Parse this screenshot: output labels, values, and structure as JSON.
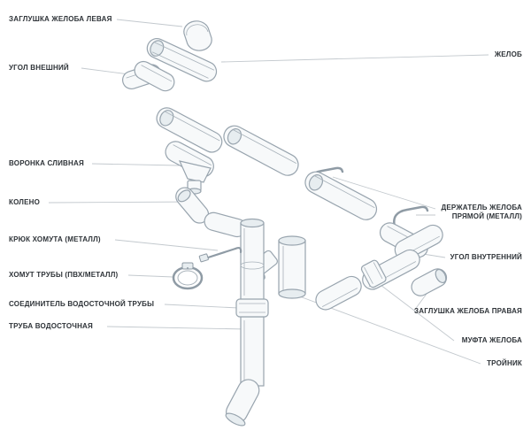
{
  "diagram": {
    "colors": {
      "outline": "#98a4ae",
      "fill": "#f7f9fa",
      "leader": "#c3c9ce",
      "text": "#2e3338",
      "background": "#ffffff"
    },
    "labels": {
      "left": [
        {
          "id": "gutter-cap-left",
          "text": "ЗАГЛУШКА ЖЕЛОБА ЛЕВАЯ"
        },
        {
          "id": "outer-corner",
          "text": "УГОЛ ВНЕШНИЙ"
        },
        {
          "id": "drain-funnel",
          "text": "ВОРОНКА СЛИВНАЯ"
        },
        {
          "id": "elbow",
          "text": "КОЛЕНО"
        },
        {
          "id": "clamp-hook",
          "text": "КРЮК ХОМУТА (металл)"
        },
        {
          "id": "pipe-clamp",
          "text": "ХОМУТ ТРУБЫ (пвх/металл)"
        },
        {
          "id": "downpipe-connector",
          "text": "СОЕДИНИТЕЛЬ ВОДОСТОЧНОЙ ТРУБЫ"
        },
        {
          "id": "downpipe",
          "text": "ТРУБА ВОДОСТОЧНАЯ"
        }
      ],
      "right": [
        {
          "id": "gutter",
          "text": "ЖЕЛОБ"
        },
        {
          "id": "gutter-holder-straight",
          "text": "ДЕРЖАТЕЛЬ ЖЕЛОБА ПРЯМОЙ (металл)"
        },
        {
          "id": "inner-corner",
          "text": "УГОЛ ВНУТРЕННИЙ"
        },
        {
          "id": "gutter-cap-right",
          "text": "ЗАГЛУШКА ЖЕЛОБА ПРАВАЯ"
        },
        {
          "id": "gutter-coupling",
          "text": "МУФТА ЖЕЛОБА"
        },
        {
          "id": "tee",
          "text": "ТРОЙНИК"
        }
      ]
    }
  }
}
